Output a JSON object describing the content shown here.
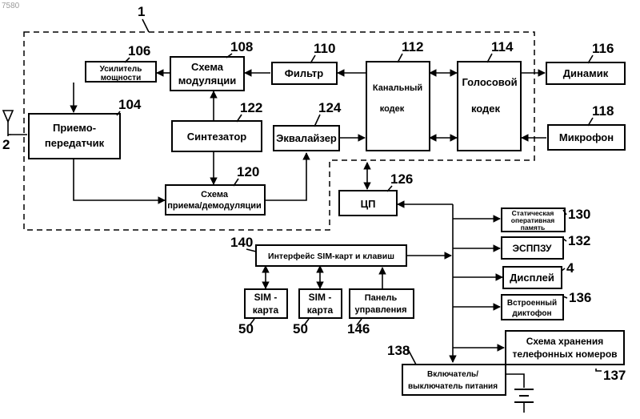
{
  "watermark": "7580",
  "device_label": "1",
  "blocks": {
    "power_amp": {
      "num": "106",
      "lines": [
        "Усилитель",
        "мощности"
      ]
    },
    "modulation": {
      "num": "108",
      "lines": [
        "Схема",
        "модуляции"
      ]
    },
    "filter": {
      "num": "110",
      "lines": [
        "Фильтр"
      ]
    },
    "channel_codec": {
      "num": "112",
      "lines": [
        "Канальный",
        "кодек"
      ]
    },
    "voice_codec": {
      "num": "114",
      "lines": [
        "Голосовой",
        "кодек"
      ]
    },
    "speaker": {
      "num": "116",
      "lines": [
        "Динамик"
      ]
    },
    "transceiver": {
      "num": "104",
      "lines": [
        "Приемо-",
        "передатчик"
      ]
    },
    "synthesizer": {
      "num": "122",
      "lines": [
        "Синтезатор"
      ]
    },
    "equalizer": {
      "num": "124",
      "lines": [
        "Эквалайзер"
      ]
    },
    "microphone": {
      "num": "118",
      "lines": [
        "Микрофон"
      ]
    },
    "demodulation": {
      "num": "120",
      "lines": [
        "Схема",
        "приема/демодуляции"
      ]
    },
    "cpu": {
      "num": "126",
      "lines": [
        "ЦП"
      ]
    },
    "sram": {
      "num": "130",
      "lines": [
        "Статическая",
        "оперативная",
        "память"
      ]
    },
    "eeprom": {
      "num": "132",
      "lines": [
        "ЭСППЗУ"
      ]
    },
    "display": {
      "num": "4",
      "lines": [
        "Дисплей"
      ]
    },
    "recorder": {
      "num": "136",
      "lines": [
        "Встроенный",
        "диктофон"
      ]
    },
    "phonebook": {
      "num": "137",
      "lines": [
        "Схема хранения",
        "телефонных номеров"
      ]
    },
    "sim_interface": {
      "num": "140",
      "lines": [
        "Интерфейс SIM-карт и клавиш"
      ]
    },
    "sim1": {
      "num": "50",
      "lines": [
        "SIM -",
        "карта"
      ]
    },
    "sim2": {
      "num": "50",
      "lines": [
        "SIM -",
        "карта"
      ]
    },
    "control_panel": {
      "num": "146",
      "lines": [
        "Панель",
        "управления"
      ]
    },
    "power_switch": {
      "num": "138",
      "lines": [
        "Включатель/",
        "выключатель питания"
      ]
    }
  },
  "antenna": {
    "num": "2"
  }
}
